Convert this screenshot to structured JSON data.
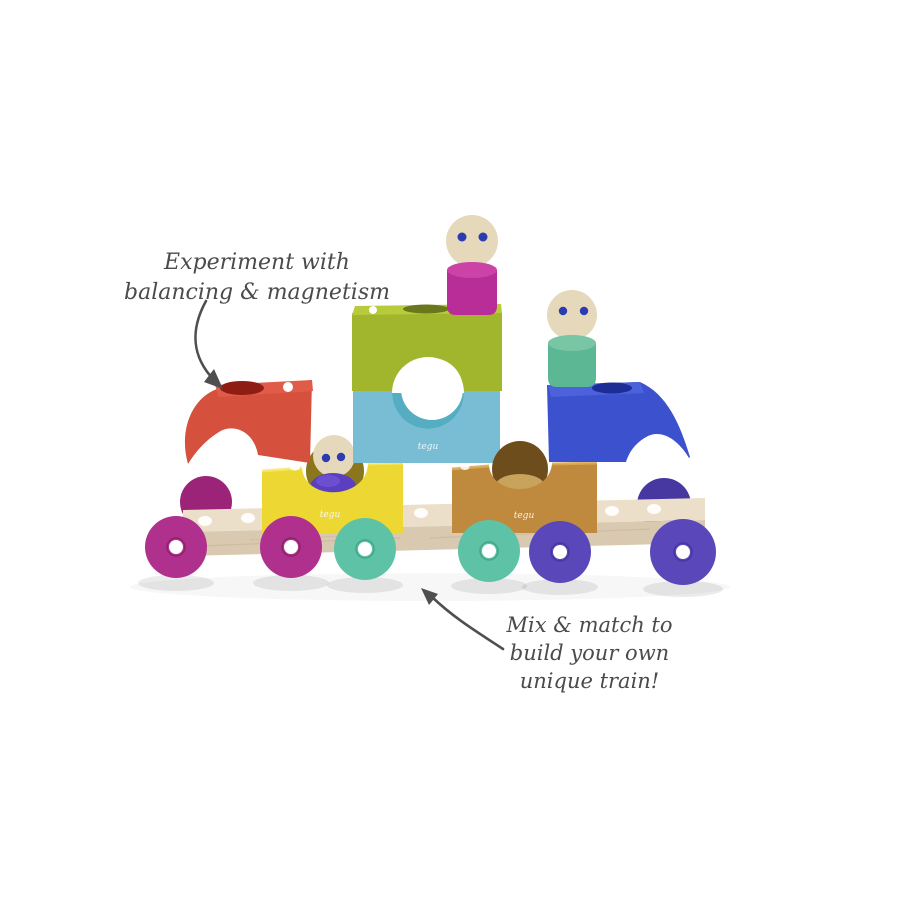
{
  "annotations": {
    "top_left": {
      "line1": "Experiment with",
      "line2": "balancing & magnetism"
    },
    "bottom_right": {
      "line1": "Mix & match to",
      "line2": "build your own",
      "line3": "unique train!"
    }
  },
  "brand": {
    "logo_text": "tegu"
  },
  "colors": {
    "background": "#ffffff",
    "annotation_text": "#4b4b4b",
    "arrow": "#4f4f4f",
    "red_arch": "#d6503e",
    "red_arch_top": "#e05c49",
    "red_hole": "#8e1d13",
    "yellow_car": "#ecd733",
    "yellow_notch": "#8a761c",
    "green_block": "#a1b62d",
    "green_block_top": "#b8cb3c",
    "green_hole": "#6b771b",
    "light_blue_block": "#79bdd4",
    "hole_inner_teal": "#55adc1",
    "blue_arch": "#3c51cd",
    "blue_arch_top": "#4c62da",
    "blue_hole": "#1c2e96",
    "orange_car": "#bf8a3d",
    "orange_notch": "#6e4d1d",
    "orange_notch_wall": "#c7a35c",
    "plank_top": "#ecdfca",
    "plank_front": "#d9c9b0",
    "wood_head": "#e6d8bb",
    "eye_blue": "#2b3cb0",
    "wheel_magenta": "#b0308d",
    "wheel_magenta_dark": "#9c2478",
    "wheel_teal": "#5ec3a6",
    "wheel_purple": "#5a48bb",
    "wheel_purple_dark": "#4638a0",
    "person_purple_dome": "#5b3fc1",
    "person_magenta_body": "#b92d98",
    "person_teal_body": "#5cb794",
    "magnet_dot": "#ffffff"
  }
}
